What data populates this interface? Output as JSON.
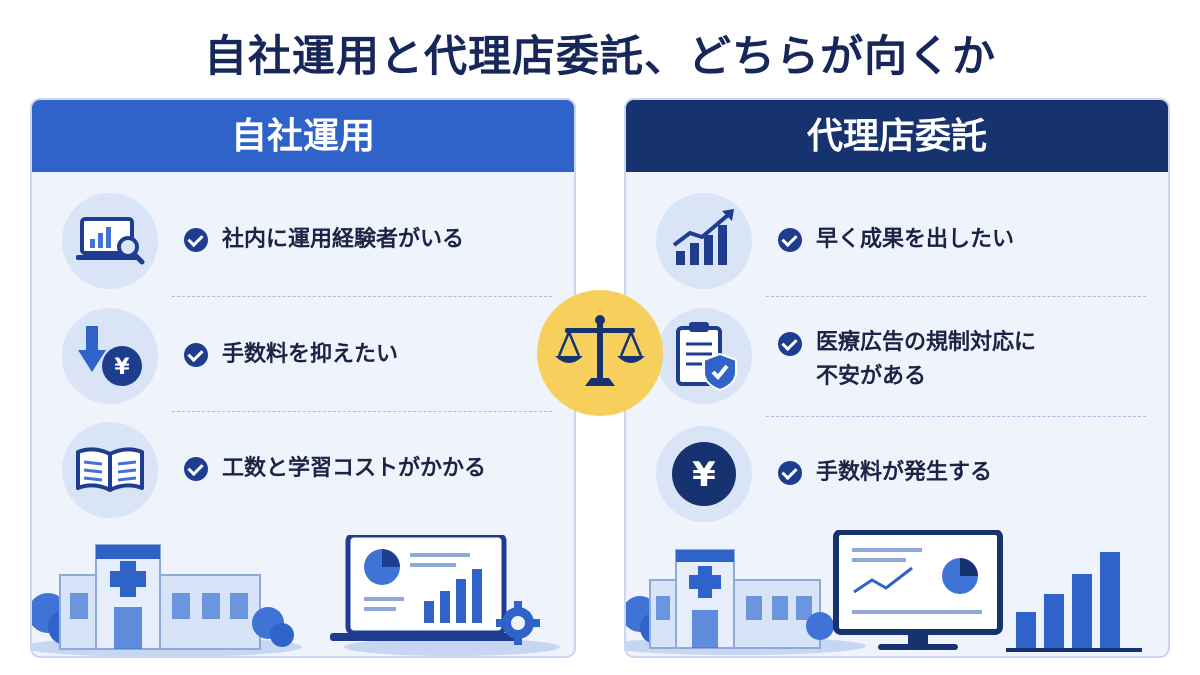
{
  "title": "自社運用と代理店委託、どちらが向くか",
  "left": {
    "heading": "自社運用",
    "items": [
      {
        "text": "社内に運用経験者がいる",
        "icon": "laptop-analytics-icon"
      },
      {
        "text": "手数料を抑えたい",
        "icon": "yen-down-icon"
      },
      {
        "text": "工数と学習コストがかかる",
        "icon": "open-book-icon"
      }
    ]
  },
  "right": {
    "heading": "代理店委託",
    "items": [
      {
        "text": "早く成果を出したい",
        "icon": "growth-chart-icon"
      },
      {
        "text": "医療広告の規制対応に\n不安がある",
        "icon": "clipboard-shield-icon"
      },
      {
        "text": "手数料が発生する",
        "icon": "yen-icon"
      }
    ]
  },
  "center_icon": "balance-scale-icon",
  "colors": {
    "title": "#17275a",
    "left_accent": "#2f63c9",
    "right_accent": "#17336f",
    "panel_bg": "#eef3fc",
    "center_circle": "#f6cf5d"
  }
}
